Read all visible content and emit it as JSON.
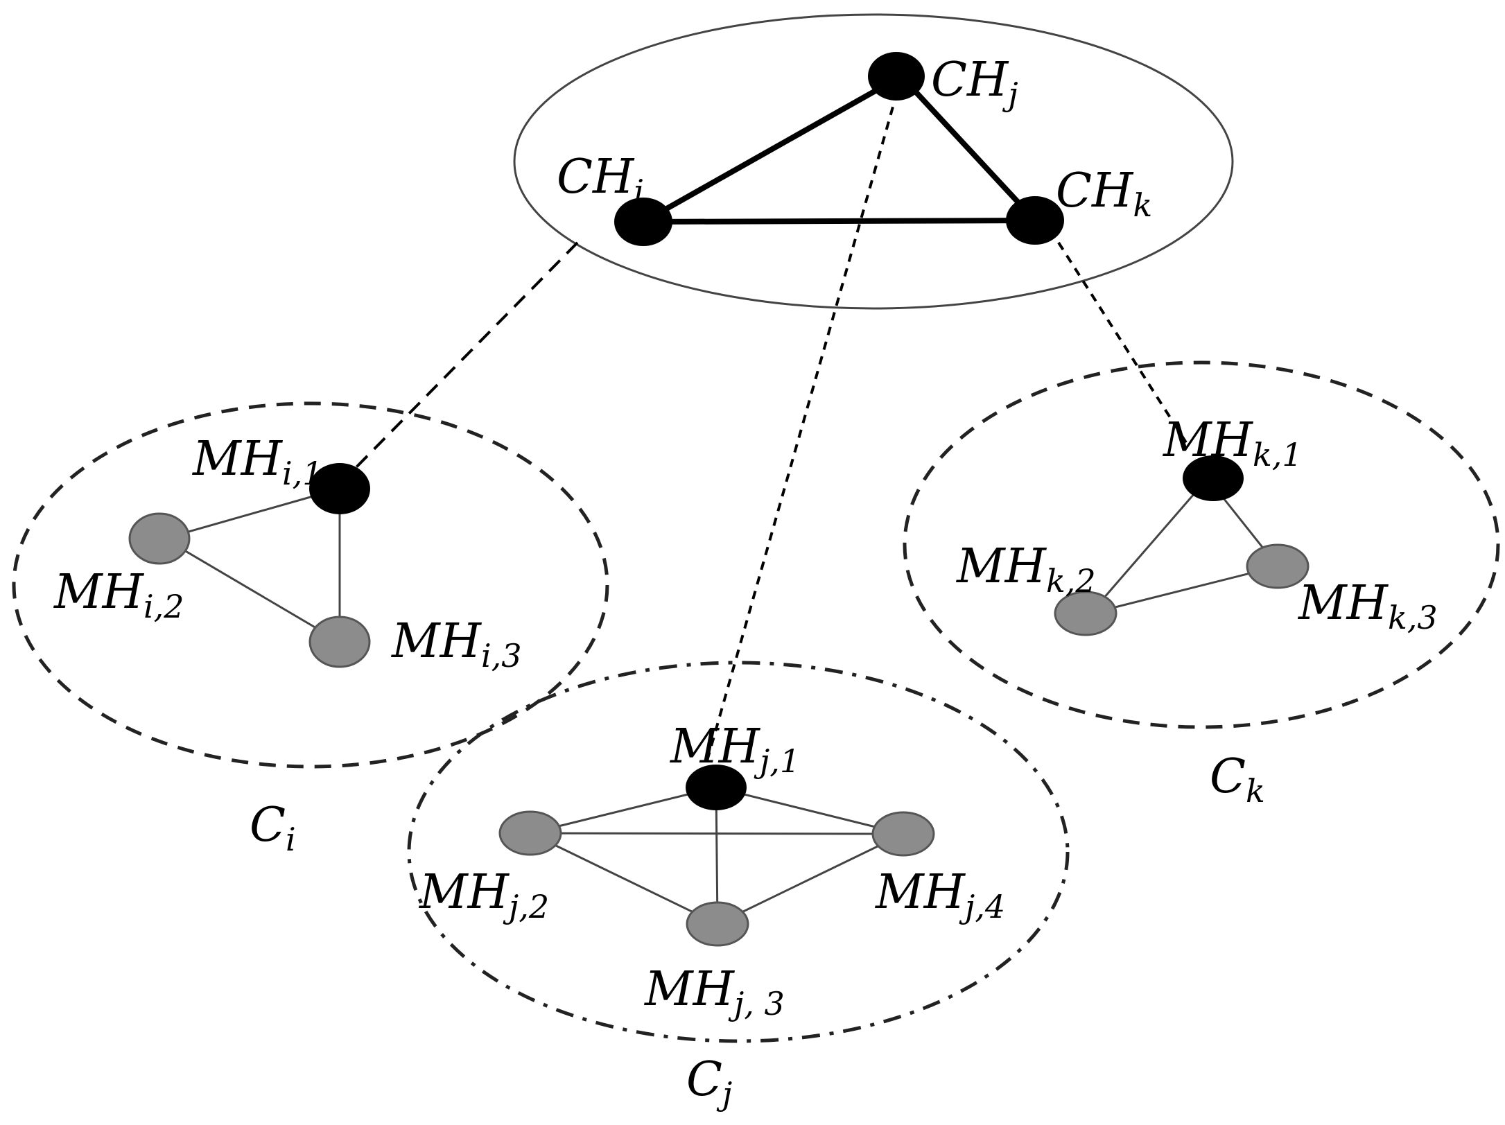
{
  "backbone": {
    "nodes": {
      "ch_i": {
        "base": "CH",
        "sub": "i"
      },
      "ch_j": {
        "base": "CH",
        "sub": "j"
      },
      "ch_k": {
        "base": "CH",
        "sub": "k"
      }
    }
  },
  "clusters": {
    "ci": {
      "label": {
        "base": "C",
        "sub": "i"
      },
      "nodes": {
        "mh1": {
          "base": "MH",
          "sub": "i,1"
        },
        "mh2": {
          "base": "MH",
          "sub": "i,2"
        },
        "mh3": {
          "base": "MH",
          "sub": "i,3"
        }
      }
    },
    "cj": {
      "label": {
        "base": "C",
        "sub": "j"
      },
      "nodes": {
        "mh1": {
          "base": "MH",
          "sub": "j,1"
        },
        "mh2": {
          "base": "MH",
          "sub": "j,2"
        },
        "mh3": {
          "base": "MH",
          "sub": "j, 3"
        },
        "mh4": {
          "base": "MH",
          "sub": "j,4"
        }
      }
    },
    "ck": {
      "label": {
        "base": "C",
        "sub": "k"
      },
      "nodes": {
        "mh1": {
          "base": "MH",
          "sub": "k,1"
        },
        "mh2": {
          "base": "MH",
          "sub": "k,2"
        },
        "mh3": {
          "base": "MH",
          "sub": "k,3"
        }
      }
    }
  },
  "colors": {
    "cluster_head": "#000000",
    "member_host": "#8c8c8c"
  }
}
